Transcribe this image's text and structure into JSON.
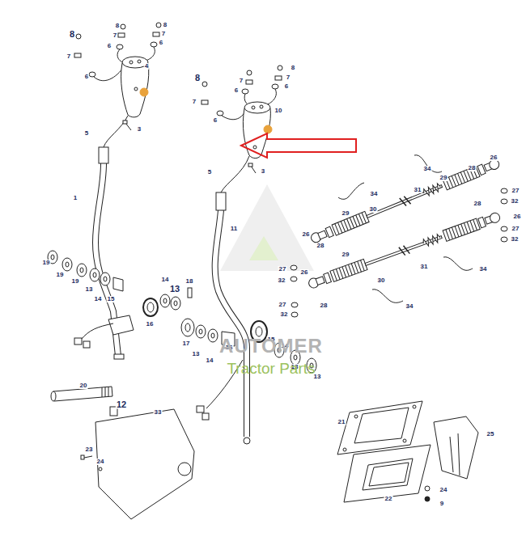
{
  "diagram": {
    "labels": [
      "8",
      "8",
      "7",
      "7",
      "6",
      "6",
      "8",
      "7",
      "6",
      "4",
      "5",
      "3",
      "1",
      "19",
      "19",
      "19",
      "13",
      "14",
      "15",
      "14",
      "13",
      "18",
      "16",
      "17",
      "13",
      "14",
      "8",
      "7",
      "6",
      "7",
      "6",
      "8",
      "7",
      "6",
      "10",
      "5",
      "3",
      "11",
      "16",
      "15",
      "14",
      "13",
      "13",
      "34",
      "26",
      "28",
      "29",
      "31",
      "34",
      "30",
      "29",
      "27",
      "32",
      "28",
      "26",
      "27",
      "26",
      "32",
      "28",
      "29",
      "31",
      "27",
      "34",
      "32",
      "30",
      "26",
      "27",
      "28",
      "34",
      "32",
      "20",
      "12",
      "33",
      "23",
      "24",
      "21",
      "25",
      "24",
      "22",
      "9",
      "AUTOMER",
      "Tractor Parts"
    ]
  }
}
